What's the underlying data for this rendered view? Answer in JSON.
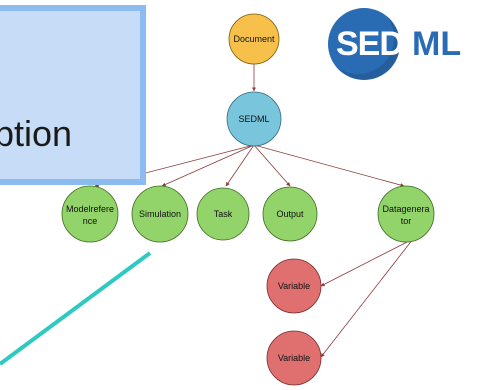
{
  "callout": {
    "text": "ption"
  },
  "logo": {
    "sed": "SED",
    "ml": "ML"
  },
  "nodes": {
    "document": "Document",
    "sedml": "SEDML",
    "modelreference_line1": "Modelrefere",
    "modelreference_line2": "nce",
    "simulation": "Simulation",
    "task": "Task",
    "output": "Output",
    "datagenerator_line1": "Datagenera",
    "datagenerator_line2": "tor",
    "variable1": "Variable",
    "variable2": "Variable"
  },
  "colors": {
    "document": "#f7c04a",
    "sedml": "#79c5dc",
    "child": "#92d36a",
    "variable": "#e07070",
    "edge": "#8b3a3a",
    "teal_line": "#2ec9c0",
    "logo_blue": "#2a6cb3"
  }
}
